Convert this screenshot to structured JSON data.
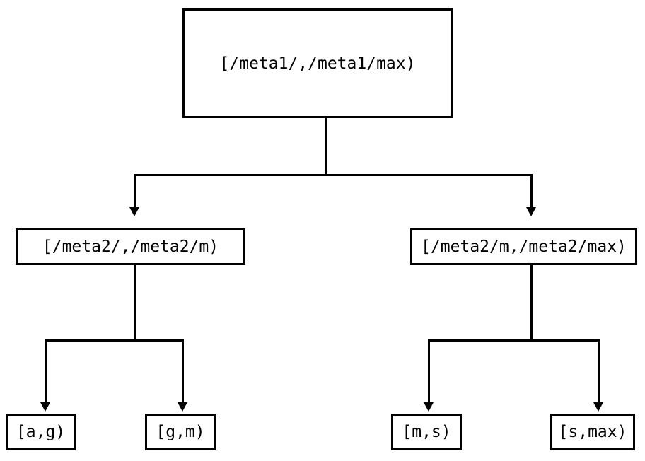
{
  "diagram": {
    "type": "tree",
    "title": "",
    "orientation": "top-down",
    "line_color": "#000000",
    "background_color": "#ffffff",
    "text_color": "#000000",
    "nodes": {
      "root": {
        "label": "[/meta1/,/meta1/max)",
        "level": 0
      },
      "mid_left": {
        "label": "[/meta2/,/meta2/m)",
        "level": 1
      },
      "mid_right": {
        "label": "[/meta2/m,/meta2/max)",
        "level": 1
      },
      "leaf_1": {
        "label": "[a,g)",
        "level": 2
      },
      "leaf_2": {
        "label": "[g,m)",
        "level": 2
      },
      "leaf_3": {
        "label": "[m,s)",
        "level": 2
      },
      "leaf_4": {
        "label": "[s,max)",
        "level": 2
      }
    },
    "edges": [
      {
        "from": "root",
        "to": "mid_left",
        "arrow": "down"
      },
      {
        "from": "root",
        "to": "mid_right",
        "arrow": "down"
      },
      {
        "from": "mid_left",
        "to": "leaf_1",
        "arrow": "down"
      },
      {
        "from": "mid_left",
        "to": "leaf_2",
        "arrow": "down"
      },
      {
        "from": "mid_right",
        "to": "leaf_3",
        "arrow": "down"
      },
      {
        "from": "mid_right",
        "to": "leaf_4",
        "arrow": "down"
      }
    ]
  }
}
